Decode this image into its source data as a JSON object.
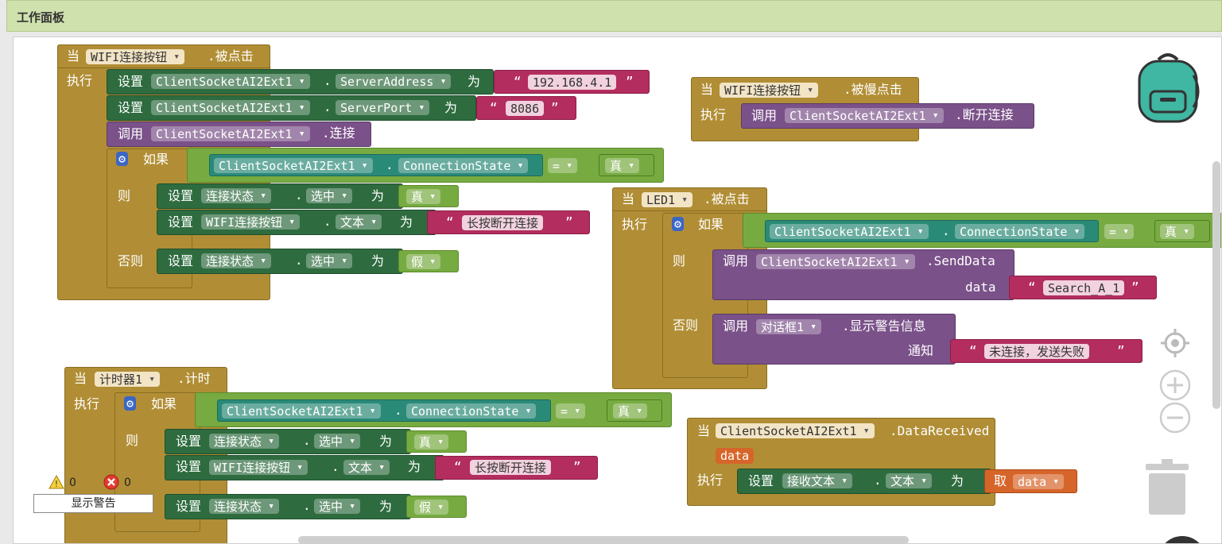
{
  "panel": {
    "title": "工作面板"
  },
  "kw": {
    "when": "当",
    "do": "执行",
    "set": "设置",
    "call": "调用",
    "if": "如果",
    "then": "则",
    "else": "否则",
    "to": "为",
    "get": "取",
    "dot": ".",
    "open_q": "“",
    "close_q": "”"
  },
  "comp": {
    "wifi_btn": "WIFI连接按钮",
    "socket": "ClientSocketAI2Ext1",
    "state_cb": "连接状态",
    "led": "LED1",
    "timer": "计时器1",
    "dialog": "对话框1",
    "recv_text": "接收文本"
  },
  "props": {
    "server_address": "ServerAddress",
    "server_port": "ServerPort",
    "conn_state": "ConnectionState",
    "checked": "选中",
    "text": "文本"
  },
  "events": {
    "click": ".被点击",
    "long_click": ".被慢点击",
    "timer": ".计时",
    "data_received": ".DataReceived"
  },
  "methods": {
    "connect": ".连接",
    "disconnect": ".断开连接",
    "send_data": ".SendData",
    "show_alert": ".显示警告信息"
  },
  "params": {
    "data": "data",
    "notice": "通知"
  },
  "values": {
    "ip": "192.168.4.1",
    "port": "8086",
    "true": "真",
    "false": "假",
    "eq": "=",
    "long_press": "长按断开连接",
    "search": "Search_A_1",
    "not_connected": "未连接，发送失败"
  },
  "warnings": {
    "warn_count": "0",
    "error_count": "0",
    "show_label": "显示警告"
  },
  "colors": {
    "event": "#b18e35",
    "setter": "#2e6c3f",
    "call": "#7a5189",
    "text": "#b32d5e",
    "logic": "#77ab41",
    "component": "#2a8a78",
    "local_var": "#d6652a",
    "header": "#cfe1ad"
  }
}
